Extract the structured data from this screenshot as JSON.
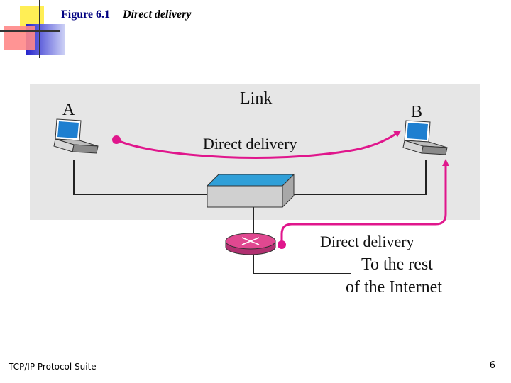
{
  "header": {
    "figure_number": "Figure 6.1",
    "figure_title": "Direct delivery"
  },
  "diagram": {
    "label_a": "A",
    "label_b": "B",
    "label_link": "Link",
    "label_direct_delivery_top": "Direct delivery",
    "label_direct_delivery_bottom": "Direct delivery",
    "label_rest_line1": "To the rest",
    "label_rest_line2": "of the Internet"
  },
  "footer": {
    "source": "TCP/IP Protocol Suite",
    "page_number": "6"
  },
  "colors": {
    "link_area": "#e6e6e6",
    "path": "#e0168c",
    "switch_top": "#2f9fd8",
    "router": "#e04890",
    "screen": "#1e7fd0"
  }
}
